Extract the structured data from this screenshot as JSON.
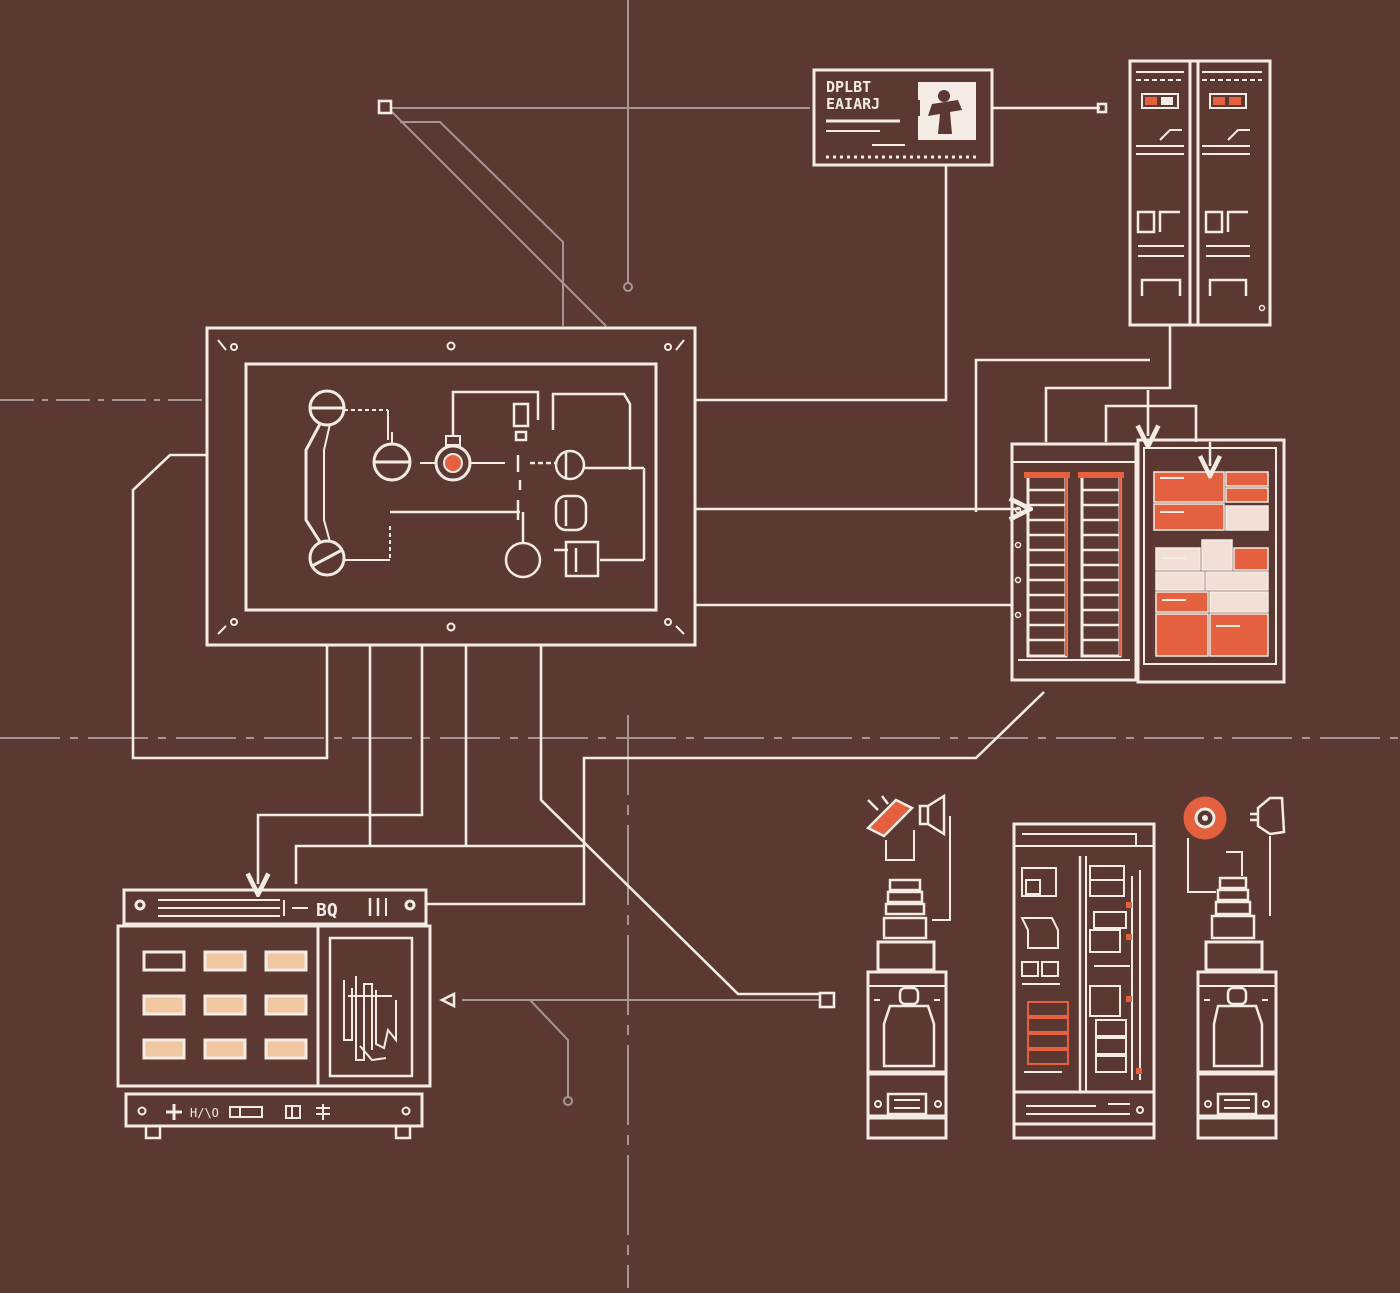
{
  "colors": {
    "background": "#5b3932",
    "line": "#f4ece4",
    "guide": "#9c8b88",
    "accent": "#e4603f",
    "accent_light": "#f0c7a0",
    "panel_fill": "#f2e0d6"
  },
  "labels": {
    "sign_line1": "DPLBT",
    "sign_line2": "EAIARJ",
    "console_header_text": "BQ",
    "console_footer_text": "H/\\O"
  },
  "icons": [
    "figure-icon",
    "gauge-icon",
    "pump-symbol-icon",
    "valve-symbol-icon",
    "wrench-icon",
    "speaker-icon",
    "target-icon",
    "arrow-icon",
    "plus-icon"
  ]
}
